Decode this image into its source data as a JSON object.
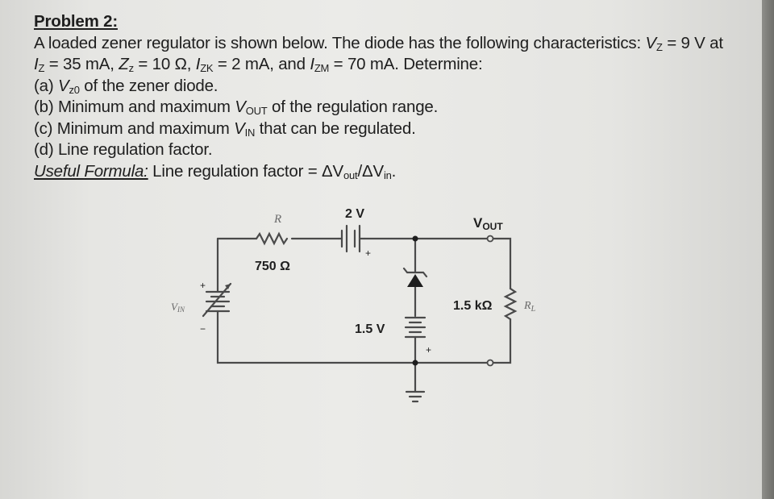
{
  "problem": {
    "title": "Problem 2:",
    "intro_1": "A loaded zener regulator is shown below. The diode has the following characteristics: ",
    "vz_sym": "V",
    "vz_sub": "Z",
    "vz_val": " = 9 V at",
    "iz_sym": "I",
    "iz_sub": "Z",
    "iz_val": " = 35 mA, ",
    "zz_sym": "Z",
    "zz_sub": "z",
    "zz_val": " = 10 Ω, ",
    "izk_sym": "I",
    "izk_sub": "ZK",
    "izk_val": " = 2 mA, and ",
    "izm_sym": "I",
    "izm_sub": "ZM",
    "izm_val": " = 70 mA. Determine:",
    "a_pre": "(a) ",
    "a_sym": "V",
    "a_sub": "z0",
    "a_post": " of the zener diode.",
    "b_pre": "(b) Minimum and maximum ",
    "b_sym": "V",
    "b_sub": "OUT",
    "b_post": " of the regulation range.",
    "c_pre": "(c) Minimum and maximum ",
    "c_sym": "V",
    "c_sub": "IN",
    "c_post": " that can be regulated.",
    "d": "(d) Line regulation factor.",
    "formula_label": "Useful Formula:",
    "formula_pre": " Line regulation factor = ΔV",
    "formula_sub1": "out",
    "formula_mid": "/ΔV",
    "formula_sub2": "in",
    "formula_end": "."
  },
  "circuit": {
    "r_symbol": "R",
    "r_value": "750 Ω",
    "battery_top": "2 V",
    "battery_plus": "+",
    "vout_sym": "V",
    "vout_sub": "OUT",
    "vin_sym": "V",
    "vin_sub": "IN",
    "vin_plus": "+",
    "vin_minus": "−",
    "bias_value": "1.5 V",
    "bias_plus": "+",
    "rl_value": "1.5 kΩ",
    "rl_symbol": "R",
    "rl_sub": "L"
  },
  "colors": {
    "ink": "#1e1e1e",
    "wire": "#4a4a4a",
    "page": "#e8e8e5"
  }
}
